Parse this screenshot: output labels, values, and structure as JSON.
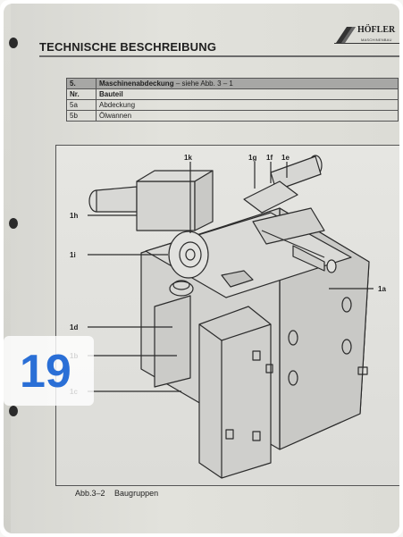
{
  "header": {
    "title": "TECHNISCHE BESCHREIBUNG",
    "logo_text": "HÖFLER",
    "logo_subtext": "MASCHINENBAU"
  },
  "section_table": {
    "section_number": "5.",
    "section_title": "Maschinenabdeckung",
    "section_ref": "– siehe Abb. 3 – 1",
    "columns": [
      "Nr.",
      "Bauteil"
    ],
    "rows": [
      {
        "nr": "5a",
        "bauteil": "Abdeckung"
      },
      {
        "nr": "5b",
        "bauteil": "Ölwannen"
      }
    ]
  },
  "figure": {
    "labels": [
      "1k",
      "1g",
      "1f",
      "1e",
      "1h",
      "1i",
      "1a",
      "1d",
      "1b",
      "1c"
    ]
  },
  "caption": {
    "number": "Abb.3–2",
    "text": "Baugruppen"
  },
  "badge": {
    "value": "19",
    "color": "#2a6fd6"
  }
}
